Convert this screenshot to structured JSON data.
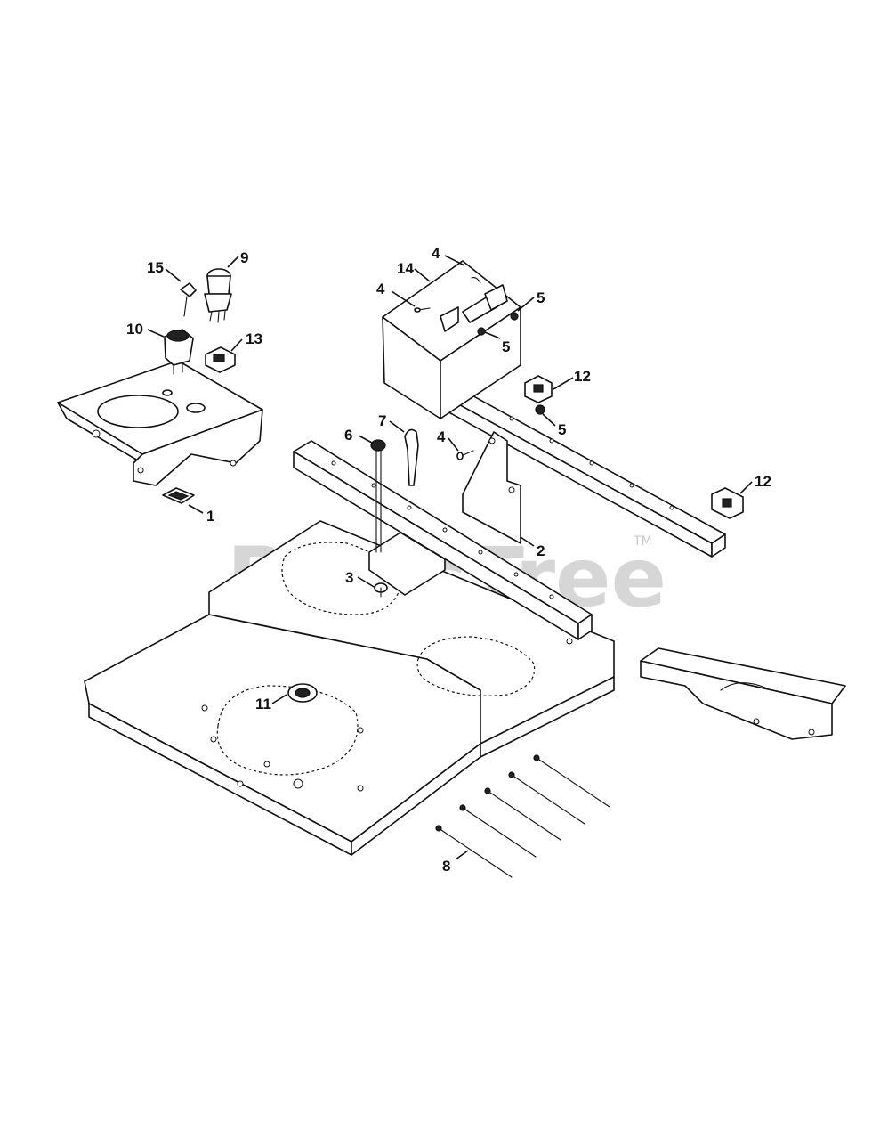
{
  "watermark": {
    "text": "PartsTree",
    "trademark": "TM"
  },
  "callouts": {
    "c1": "1",
    "c2": "2",
    "c3": "3",
    "c4a": "4",
    "c4b": "4",
    "c4c": "4",
    "c5a": "5",
    "c5b": "5",
    "c5c": "5",
    "c6": "6",
    "c7": "7",
    "c8": "8",
    "c9": "9",
    "c10": "10",
    "c11": "11",
    "c12a": "12",
    "c12b": "12",
    "c13": "13",
    "c14": "14",
    "c15": "15"
  }
}
